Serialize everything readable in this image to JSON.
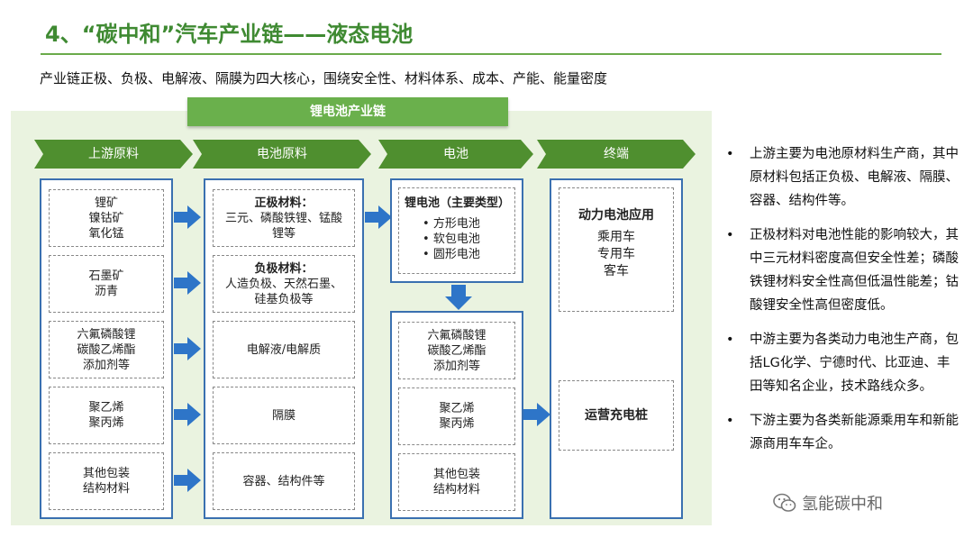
{
  "header": {
    "title": "4、“碳中和”汽车产业链——液态电池",
    "subtitle": "产业链正极、负极、电解液、隔膜为四大核心，围绕安全性、材料体系、成本、产能、能量密度"
  },
  "diagram": {
    "banner": "锂电池产业链",
    "stages": [
      "上游原料",
      "电池原料",
      "电池",
      "终端"
    ],
    "upstream": [
      [
        "锂矿",
        "镍钴矿",
        "氧化锰"
      ],
      [
        "石墨矿",
        "沥青"
      ],
      [
        "六氟磷酸锂",
        "碳酸乙烯酯",
        "添加剂等"
      ],
      [
        "聚乙烯",
        "聚丙烯"
      ],
      [
        "其他包装",
        "结构材料"
      ]
    ],
    "materials": [
      {
        "heading": "正极材料：",
        "lines": [
          "三元、磷酸铁锂、锰酸",
          "锂等"
        ]
      },
      {
        "heading": "负极材料：",
        "lines": [
          "人造负极、天然石墨、",
          "硅基负极等"
        ]
      },
      {
        "heading": "",
        "lines": [
          "电解液/电解质"
        ]
      },
      {
        "heading": "",
        "lines": [
          "隔膜"
        ]
      },
      {
        "heading": "",
        "lines": [
          "容器、结构件等"
        ]
      }
    ],
    "battery": {
      "heading": "锂电池（主要类型）",
      "types": [
        "方形电池",
        "软包电池",
        "圆形电池"
      ],
      "cells": [
        [
          "六氟磷酸锂",
          "碳酸乙烯酯",
          "添加剂等"
        ],
        [
          "聚乙烯",
          "聚丙烯"
        ],
        [
          "其他包装",
          "结构材料"
        ]
      ]
    },
    "terminal": {
      "app_heading": "动力电池应用",
      "app_items": [
        "乘用车",
        "专用车",
        "客车"
      ],
      "charging": "运营充电桩"
    }
  },
  "bullets": [
    "上游主要为电池原材料生产商，其中原材料包括正负极、电解液、隔膜、容器、结构件等。",
    "正极材料对电池性能的影响较大，其中三元材料密度高但安全性差；磷酸铁锂材料安全性高但低温性能差；钴酸锂安全性高但密度低。",
    "中游主要为各类动力电池生产商，包括LG化学、宁德时代、比亚迪、丰田等知名企业，技术路线众多。",
    "下游主要为各类新能源乘用车和新能源商用车车企。"
  ],
  "watermark": "氢能碳中和",
  "colors": {
    "title": "#3f8a32",
    "stage": "#4f8f2f",
    "banner": "#6ab04c",
    "border": "#3a70b0",
    "arrow": "#2e75c8",
    "bg": "#eaf3e0"
  }
}
